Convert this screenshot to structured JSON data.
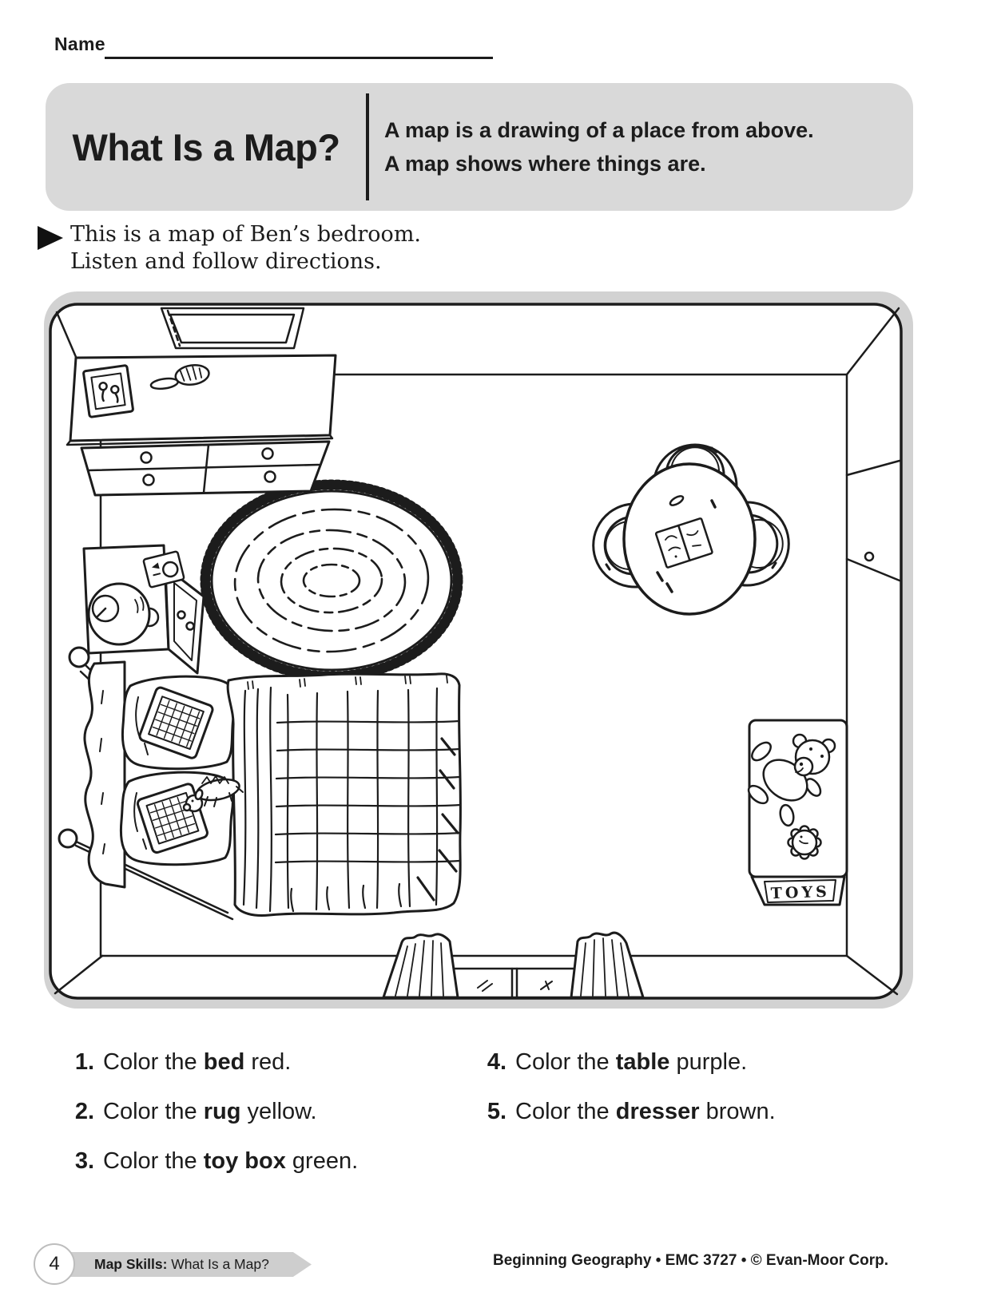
{
  "name_label": "Name",
  "header": {
    "title": "What Is a Map?",
    "line1": "A map is a drawing of a place from above.",
    "line2": "A map shows where things are."
  },
  "instruction": {
    "line1": "This is a map of Ben’s bedroom.",
    "line2": "Listen and follow directions."
  },
  "map": {
    "toys_label": "TOYS"
  },
  "directions": [
    {
      "num": "1.",
      "pre": "Color the ",
      "item": "bed",
      "post": " red."
    },
    {
      "num": "2.",
      "pre": "Color the ",
      "item": "rug",
      "post": " yellow."
    },
    {
      "num": "3.",
      "pre": "Color the ",
      "item": "toy box",
      "post": " green."
    },
    {
      "num": "4.",
      "pre": "Color the ",
      "item": "table",
      "post": " purple."
    },
    {
      "num": "5.",
      "pre": "Color the ",
      "item": "dresser",
      "post": " brown."
    }
  ],
  "footer": {
    "page_number": "4",
    "series_bold": "Map Skills:",
    "series_rest": " What Is a Map?",
    "publisher": "Beginning Geography • EMC 3727 • © Evan-Moor Corp."
  },
  "colors": {
    "header_bg": "#d9d9d9",
    "map_shadow": "#d2d2d2",
    "ink": "#1c1c1c"
  }
}
